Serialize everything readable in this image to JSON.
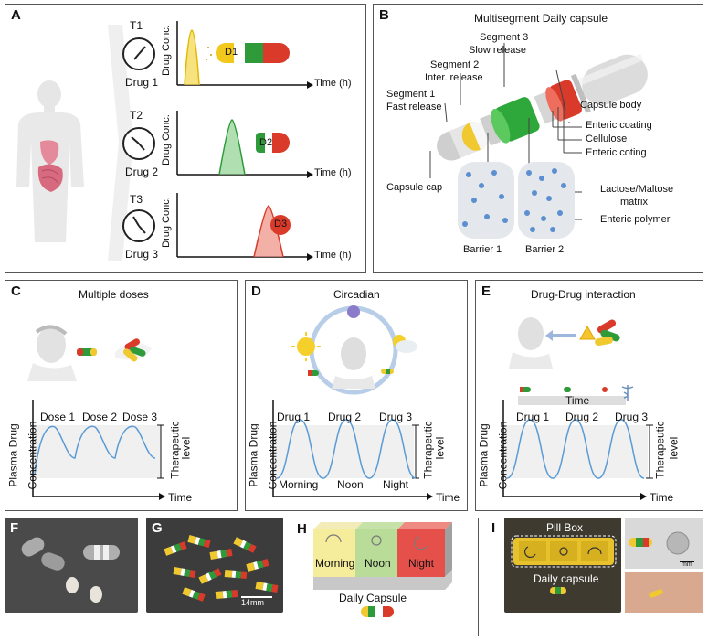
{
  "colors": {
    "drug1": "#e8c21a",
    "drug2": "#2e9a3a",
    "drug3": "#d93a2a",
    "curve": "#5b9bd5",
    "panel_bg": "#f2f2f2"
  },
  "panelA": {
    "label": "A",
    "rows": [
      {
        "time": "T1",
        "drug": "Drug 1",
        "capsule": "D1",
        "ylabel": "Drug Conc.",
        "xlabel": "Time (h)"
      },
      {
        "time": "T2",
        "drug": "Drug 2",
        "capsule": "D2",
        "ylabel": "Drug Conc.",
        "xlabel": "Time (h)"
      },
      {
        "time": "T3",
        "drug": "Drug 3",
        "capsule": "D3",
        "ylabel": "Drug Conc.",
        "xlabel": "Time (h)"
      }
    ]
  },
  "panelB": {
    "label": "B",
    "title": "Multisegment  Daily capsule",
    "seg3": "Segment 3",
    "seg3b": "Slow release",
    "seg2": "Segment 2",
    "seg2b": "Inter. release",
    "seg1": "Segment 1",
    "seg1b": "Fast release",
    "capsule_body": "Capsule body",
    "enteric_coating": "Enteric coating",
    "cellulose": "Cellulose",
    "enteric_coting": "Enteric coting",
    "capsule_cap": "Capsule cap",
    "matrix1": "Lactose/Maltose",
    "matrix2": "matrix",
    "enteric_polymer": "Enteric polymer",
    "barrier1": "Barrier 1",
    "barrier2": "Barrier 2"
  },
  "panelC": {
    "label": "C",
    "title": "Multiple doses",
    "doses": [
      "Dose 1",
      "Dose 2",
      "Dose 3"
    ],
    "ylabel1": "Plasma Drug",
    "ylabel2": "Concentration",
    "therapeutic1": "Therapeutic",
    "therapeutic2": "level",
    "xlabel": "Time"
  },
  "panelD": {
    "label": "D",
    "title": "Circadian",
    "drugs": [
      "Drug 1",
      "Drug 2",
      "Drug 3"
    ],
    "times": [
      "Morning",
      "Noon",
      "Night"
    ],
    "ylabel1": "Plasma Drug",
    "ylabel2": "Concentration",
    "therapeutic1": "Therapeutic",
    "therapeutic2": "level",
    "xlabel": "Time"
  },
  "panelE": {
    "label": "E",
    "title": "Drug-Drug interaction",
    "timebar": "Time",
    "drugs": [
      "Drug 1",
      "Drug 2",
      "Drug 3"
    ],
    "ylabel1": "Plasma Drug",
    "ylabel2": "Concentration",
    "therapeutic1": "Therapeutic",
    "therapeutic2": "level",
    "xlabel": "Time"
  },
  "panelF": {
    "label": "F"
  },
  "panelG": {
    "label": "G",
    "scale": "14mm"
  },
  "panelH": {
    "label": "H",
    "morning": "Morning",
    "noon": "Noon",
    "night": "Night",
    "caption": "Daily  Capsule"
  },
  "panelI": {
    "label": "I",
    "pillbox": "Pill Box",
    "caption": "Daily capsule",
    "scale": "mm"
  }
}
